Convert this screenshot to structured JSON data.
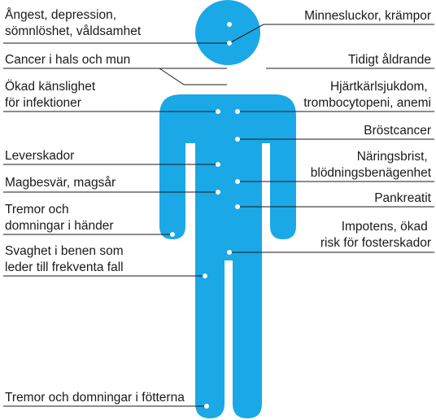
{
  "colors": {
    "figure": "#1ba8e6",
    "text": "#1a1a1a",
    "dot": "#ffffff",
    "background": "#ffffff"
  },
  "labels": {
    "left": [
      {
        "lines": [
          "Ångest, depression,",
          "sömnlöshet, våldsamhet"
        ]
      },
      {
        "lines": [
          "Cancer i hals och mun"
        ]
      },
      {
        "lines": [
          "Ökad känslighet",
          "för infektioner"
        ]
      },
      {
        "lines": [
          "Leverskador"
        ]
      },
      {
        "lines": [
          "Magbesvär, magsår"
        ]
      },
      {
        "lines": [
          "Tremor och",
          "domningar i händer"
        ]
      },
      {
        "lines": [
          "Svaghet i benen som",
          "leder till frekventa fall"
        ]
      },
      {
        "lines": [
          "Tremor och domningar i fötterna"
        ]
      }
    ],
    "right": [
      {
        "lines": [
          "Minnesluckor, krämpor"
        ]
      },
      {
        "lines": [
          "Tidigt åldrande"
        ]
      },
      {
        "lines": [
          "Hjärtkärlsjukdom,",
          "trombocytopeni, anemi"
        ]
      },
      {
        "lines": [
          "Bröstcancer"
        ]
      },
      {
        "lines": [
          "Näringsbrist,",
          "blödningsbenägenhet"
        ]
      },
      {
        "lines": [
          "Pankreatit"
        ]
      },
      {
        "lines": [
          "Impotens, ökad",
          "risk för fosterskador"
        ]
      }
    ]
  }
}
